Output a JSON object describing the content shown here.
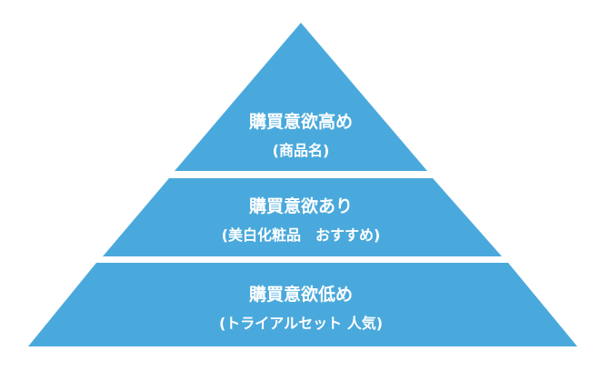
{
  "diagram": {
    "fill_color": "#4aa9dc",
    "tiers": [
      {
        "title": "購買意欲高め",
        "subtitle": "(商品名)"
      },
      {
        "title": "購買意欲あり",
        "subtitle": "(美白化粧品　おすすめ)"
      },
      {
        "title": "購買意欲低め",
        "subtitle": "(トライアルセット 人気)"
      }
    ]
  }
}
